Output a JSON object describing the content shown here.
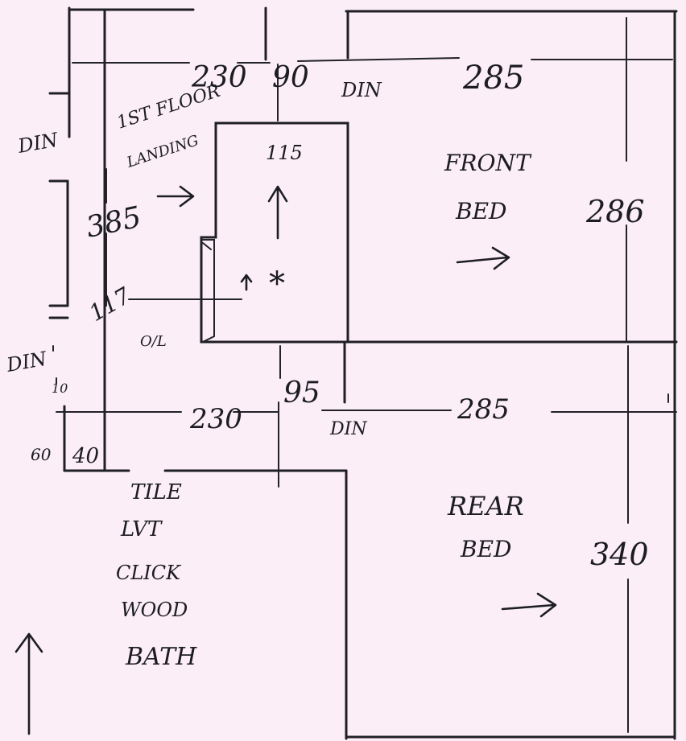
{
  "sketch": {
    "top_dims": [
      "230",
      "90",
      "285"
    ],
    "middle_dims": [
      "230",
      "95",
      "285"
    ],
    "right_dims": [
      "286",
      "340"
    ],
    "left_dim": "385",
    "small_dims": [
      "117",
      "40",
      "60",
      "10",
      "115"
    ],
    "door_marks": [
      "DIN",
      "DIN",
      "DIN",
      "DIN"
    ],
    "first_floor_landing": [
      "1ST FLOOR",
      "LANDING"
    ],
    "stair_mark": "*",
    "stair_note": "O/L",
    "front_bed": [
      "FRONT",
      "BED"
    ],
    "rear_bed": [
      "REAR",
      "BED"
    ],
    "bathroom_notes": [
      "TILE",
      "LVT",
      "CLICK",
      "WOOD",
      "BATH"
    ]
  }
}
